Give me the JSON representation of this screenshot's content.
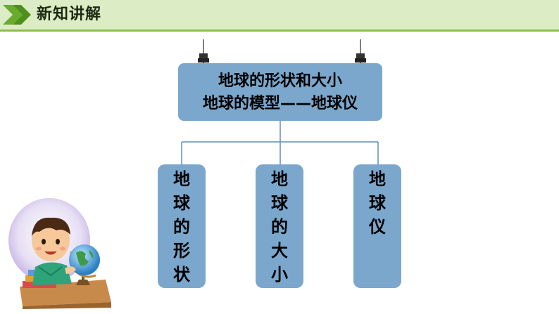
{
  "header": {
    "title": "新知讲解"
  },
  "main_topic": {
    "line1": "地球的形状和大小",
    "line2": "地球的模型——地球仪"
  },
  "children": [
    {
      "chars": [
        "地",
        "球",
        "的",
        "形",
        "状"
      ]
    },
    {
      "chars": [
        "地",
        "球",
        "的",
        "大",
        "小"
      ]
    },
    {
      "chars": [
        "地",
        "球",
        "仪"
      ]
    }
  ],
  "colors": {
    "header_bg": "#dcecc4",
    "header_accent": "#8cbf4a",
    "box_fill": "#7ba7cc",
    "connector": "#5b8fc0"
  },
  "icons": [
    "double-chevron-right-icon",
    "pushpin-icon",
    "child-with-globe-illustration"
  ]
}
